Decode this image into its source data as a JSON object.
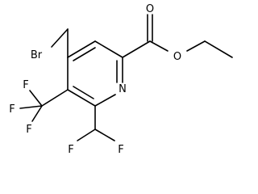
{
  "molecule": {
    "atom_labels": {
      "bromine": "Br",
      "ring_nitrogen": "N",
      "carbonyl_oxygen": "O",
      "ester_oxygen": "O",
      "cf3_fluorine_top": "F",
      "cf3_fluorine_left": "F",
      "cf3_fluorine_bottom": "F",
      "chf2_fluorine_left": "F",
      "chf2_fluorine_right": "F"
    },
    "colors": {
      "line": "#000000",
      "background": "#ffffff"
    }
  }
}
